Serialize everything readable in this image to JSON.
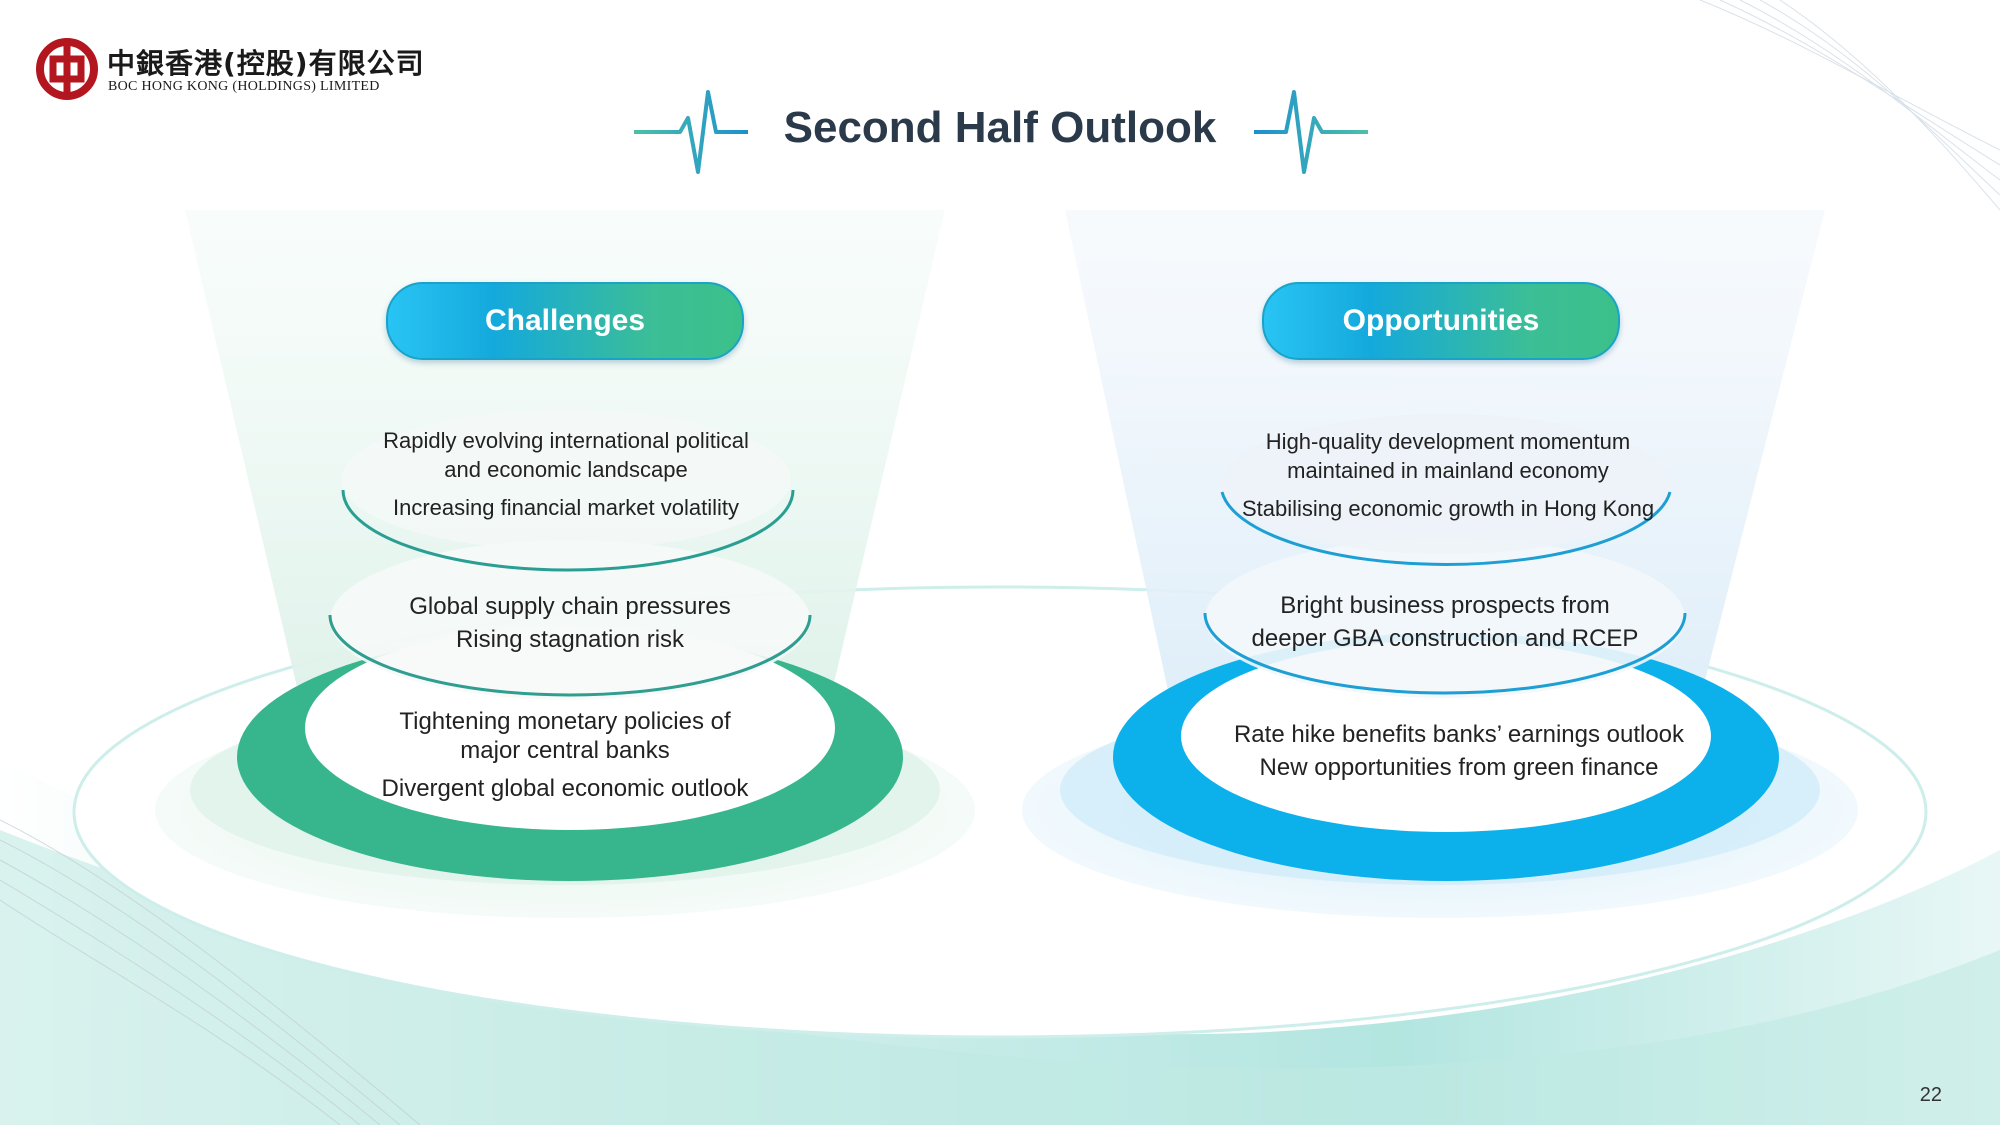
{
  "logo": {
    "chinese_name": "中銀香港(控股)有限公司",
    "english_name": "BOC HONG KONG (HOLDINGS) LIMITED"
  },
  "title": "Second Half Outlook",
  "challenges": {
    "heading": "Challenges",
    "tier1_line1": "Rapidly evolving international political",
    "tier1_line2": "and economic landscape",
    "tier1_line3": "Increasing financial market volatility",
    "tier2_line1": "Global supply chain pressures",
    "tier2_line2": "Rising stagnation risk",
    "tier3_line1": "Tightening monetary policies of",
    "tier3_line2": "major central banks",
    "tier3_line3": "Divergent global economic outlook"
  },
  "opportunities": {
    "heading": "Opportunities",
    "tier1_line1": "High-quality development momentum",
    "tier1_line2": "maintained in mainland economy",
    "tier1_line3": "Stabilising economic growth in Hong Kong",
    "tier2_line1": "Bright business prospects from",
    "tier2_line2": "deeper GBA construction and RCEP",
    "tier3_line1": "Rate hike benefits banks’ earnings outlook",
    "tier3_line2": "New opportunities from green finance"
  },
  "page_number": "22",
  "colors": {
    "brand_red": "#b4161f",
    "green": "#37b68e",
    "blue": "#0cb1ec",
    "teal_line": "#2aa8b8",
    "title_text": "#2b3a4a"
  },
  "icons": {
    "logo": "boc-coin-logo",
    "heartbeat": "pulse-line-icon"
  }
}
